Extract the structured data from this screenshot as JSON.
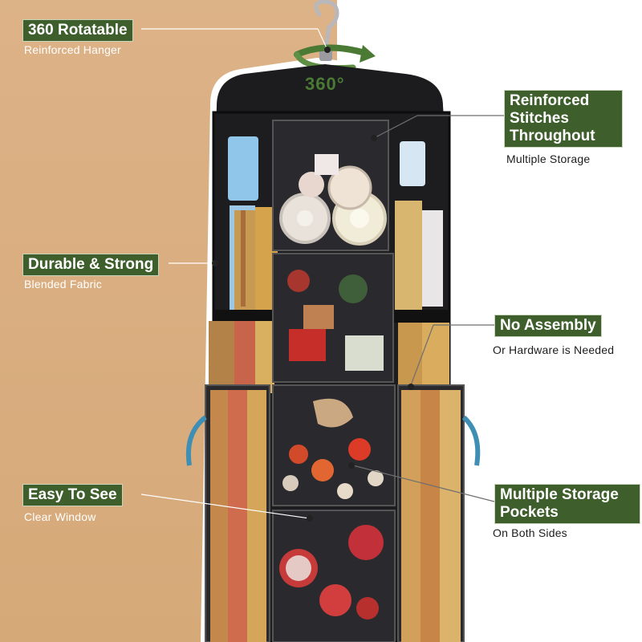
{
  "callouts": {
    "rotatable": {
      "title": "360 Rotatable",
      "subtitle": "Reinforced Hanger"
    },
    "stitches": {
      "title_line1": "Reinforced",
      "title_line2": "Stitches",
      "title_line3": "Throughout",
      "subtitle": "Multiple Storage"
    },
    "durable": {
      "title": "Durable & Strong",
      "subtitle": "Blended Fabric"
    },
    "assembly": {
      "title": "No Assembly",
      "subtitle": "Or Hardware is Needed"
    },
    "easy": {
      "title": "Easy To See",
      "subtitle": "Clear Window"
    },
    "pockets": {
      "title_line1": "Multiple Storage",
      "title_line2": "Pockets",
      "subtitle": "On Both Sides"
    }
  },
  "badge": "360°",
  "colors": {
    "tag_green": "#3e5f2b",
    "background_tan": "#d6a978",
    "bag_black": "#1c1c1e",
    "rotation_arrow": "#4a7a34"
  },
  "icons": [
    "hanger-icon",
    "rotation-arrow-icon"
  ]
}
